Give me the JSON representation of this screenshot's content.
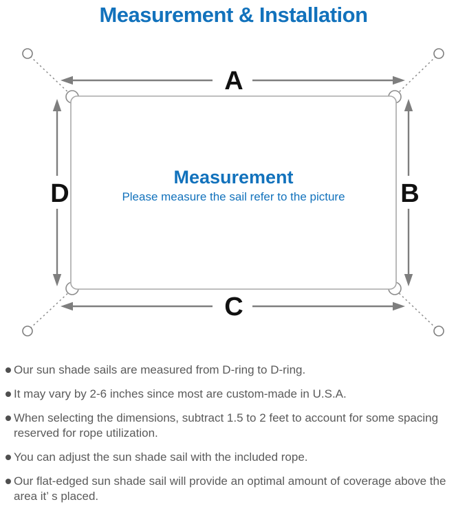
{
  "title": "Measurement & Installation",
  "diagram": {
    "labels": {
      "top": "A",
      "right": "B",
      "bottom": "C",
      "left": "D"
    },
    "center_heading": "Measurement",
    "center_subtitle": "Please measure the sail refer to the picture"
  },
  "notes": [
    "Our sun shade sails are measured from D-ring to D-ring.",
    "It may vary by 2-6 inches since most are custom-made in U.S.A.",
    "When selecting the dimensions, subtract 1.5 to 2 feet to account for some spacing reserved for rope utilization.",
    "You can adjust the sun shade sail with the included rope.",
    "Our flat-edged sun shade sail will provide an optimal amount of coverage above the area it’ s placed."
  ],
  "colors": {
    "accent_blue": "#1272bc",
    "label_black": "#111111",
    "arrow_gray": "#7e7e7e",
    "outline_gray": "#a8a8a8",
    "dashed_gray": "#8c8c8c",
    "note_text_gray": "#5a5a5a"
  }
}
